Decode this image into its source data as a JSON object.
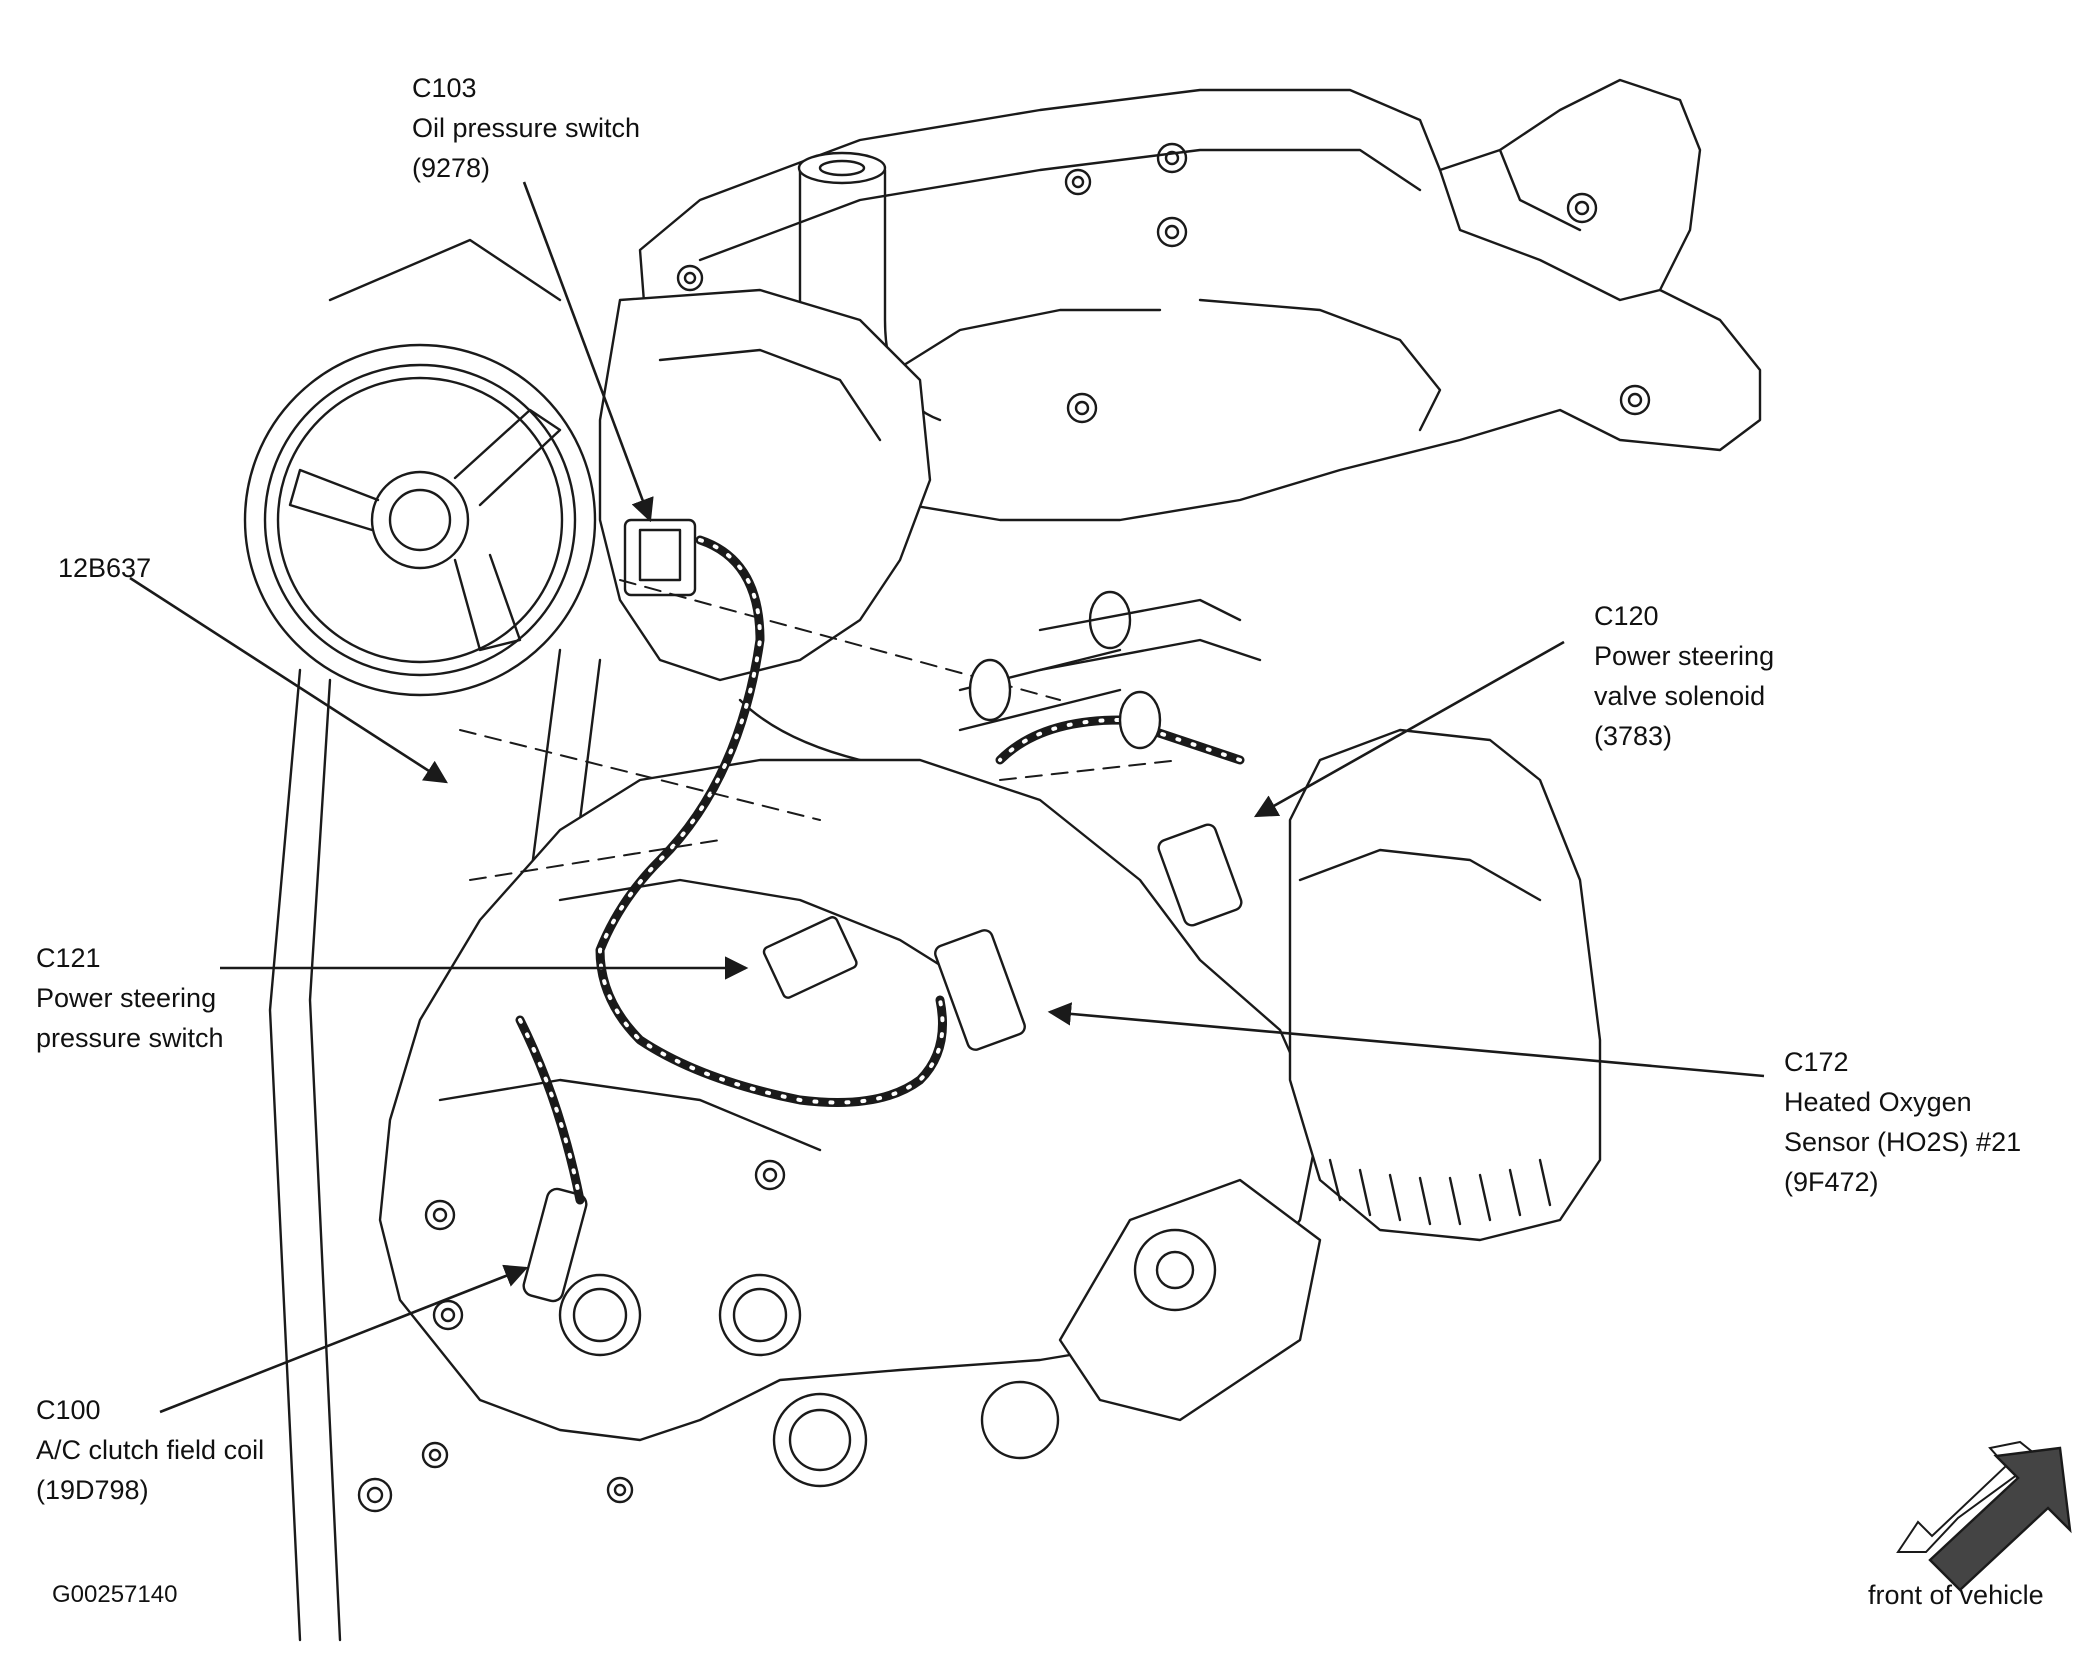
{
  "callouts": [
    {
      "id": "c103",
      "lines": [
        "C103",
        "Oil pressure switch",
        "(9278)"
      ]
    },
    {
      "id": "12b637",
      "lines": [
        "12B637"
      ]
    },
    {
      "id": "c120",
      "lines": [
        "C120",
        "Power steering",
        "valve solenoid",
        "(3783)"
      ]
    },
    {
      "id": "c121",
      "lines": [
        "C121",
        "Power steering",
        "pressure switch"
      ]
    },
    {
      "id": "c172",
      "lines": [
        "C172",
        "Heated Oxygen",
        "Sensor (HO2S) #21",
        "(9F472)"
      ]
    },
    {
      "id": "c100",
      "lines": [
        "C100",
        "A/C clutch field coil",
        "(19D798)"
      ]
    }
  ],
  "figure_id": "G00257140",
  "direction_label": "front of vehicle",
  "colors": {
    "line": "#1a1a1a",
    "fill": "#ffffff",
    "arrow": "#444444"
  }
}
